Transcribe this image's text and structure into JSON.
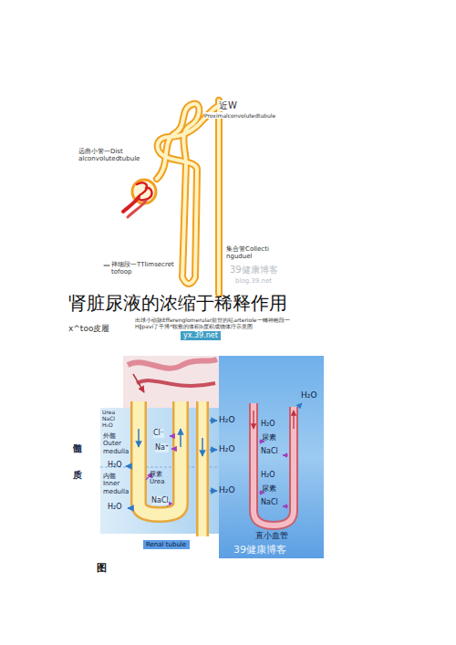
{
  "diagram": {
    "title": "肾脏尿液的浓缩于稀释作用",
    "nodes": [
      {
        "text": [
          "Renal tubule"
        ]
      }
    ],
    "labels": [
      "近W",
      "Proximalconvolutedtubule",
      "远曲小管一Dist alconvolutedtubule",
      "集合管Collecti nguduel",
      "袢细段一TTlimsecret tofoop",
      "39健康博客",
      "blog.39.net",
      "x^too皮履",
      "出球小动脉Efferenglomerular前廿的站arteriole一轉神粗段一 H‖pavi了千博*鞍敷的体积b度积成物体疗示意图",
      "yx.39.net",
      "Urea NaCl H₂O",
      "H₂O",
      "H₂O",
      "Cl⁻",
      "Na⁺",
      "H₂O",
      "外髓 Outer medulla",
      "内髓 Inner medulla",
      "H₂O",
      "尿素 Urea",
      "H₂O",
      "NaCl",
      "H₂O",
      "H₂O",
      "尿素",
      "NaCl",
      "H₂O",
      "尿素",
      "NaCl",
      "直小血管",
      "39健康博客",
      "髓",
      "质",
      "图"
    ]
  }
}
